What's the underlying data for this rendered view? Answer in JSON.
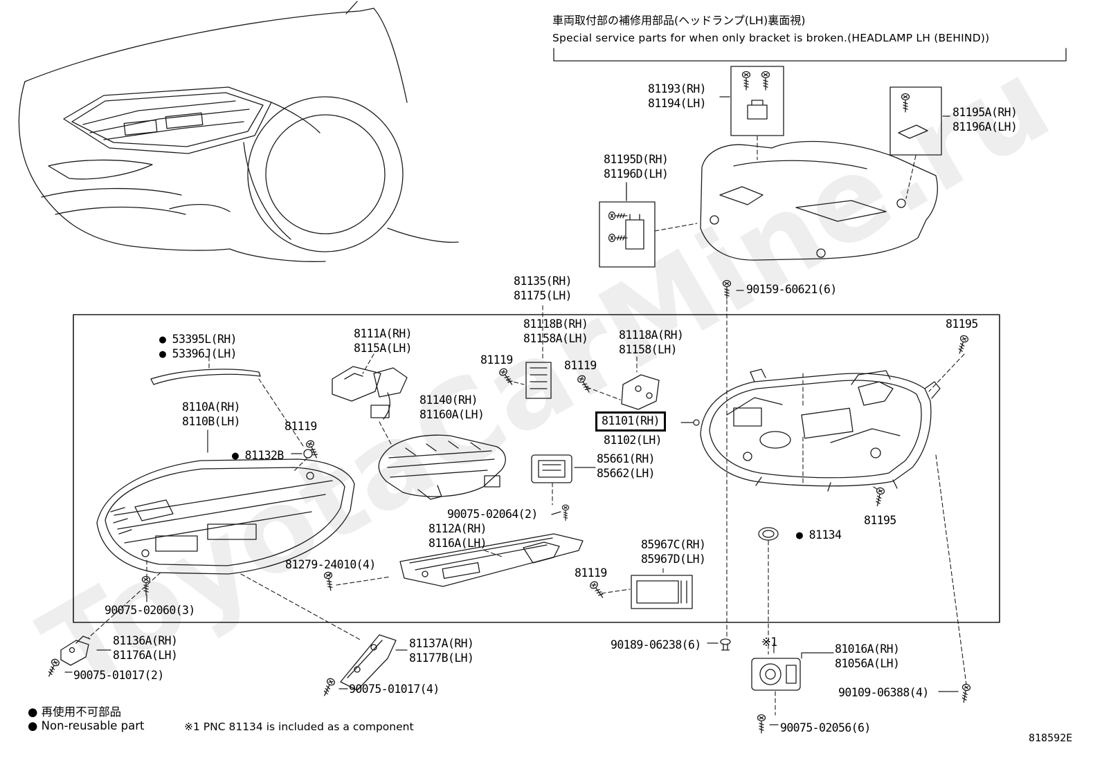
{
  "watermark": {
    "text": "ToyotaCarMine.ru"
  },
  "header": {
    "title_jp": "車両取付部の補修用部品(ヘッドランプ(LH)裏面視)",
    "title_en": "Special service parts for when only bracket is broken.(HEADLAMP LH (BEHIND))"
  },
  "parts": {
    "p81193": {
      "l1": "81193(RH)",
      "l2": "81194(LH)"
    },
    "p81195A": {
      "l1": "81195A(RH)",
      "l2": "81196A(LH)"
    },
    "p81195D": {
      "l1": "81195D(RH)",
      "l2": "81196D(LH)"
    },
    "p81135": {
      "l1": "81135(RH)",
      "l2": "81175(LH)"
    },
    "p90159": {
      "l1": "90159-60621(6)"
    },
    "p81118B": {
      "l1": "81118B(RH)",
      "l2": "81158A(LH)"
    },
    "p81118A": {
      "l1": "81118A(RH)",
      "l2": "81158(LH)"
    },
    "p81195_top": {
      "l1": "81195"
    },
    "p8111A": {
      "l1": "8111A(RH)",
      "l2": "8115A(LH)"
    },
    "p81119_a": {
      "l1": "81119"
    },
    "p81119_b": {
      "l1": "81119"
    },
    "p81119_c": {
      "l1": "81119"
    },
    "p81119_d": {
      "l1": "81119"
    },
    "p53395L": {
      "l1": "● 53395L(RH)",
      "l2": "● 53396J(LH)"
    },
    "p8110A": {
      "l1": "8110A(RH)",
      "l2": "8110B(LH)"
    },
    "p81140": {
      "l1": "81140(RH)",
      "l2": "81160A(LH)"
    },
    "p81101": {
      "l1": "81101(RH)",
      "l2": "81102(LH)"
    },
    "p81132B": {
      "l1": "● 81132B"
    },
    "p85661": {
      "l1": "85661(RH)",
      "l2": "85662(LH)"
    },
    "p90075_02064": {
      "l1": "90075-02064(2)"
    },
    "p8112A": {
      "l1": "8112A(RH)",
      "l2": "8116A(LH)"
    },
    "p81279": {
      "l1": "81279-24010(4)"
    },
    "p85967C": {
      "l1": "85967C(RH)",
      "l2": "85967D(LH)"
    },
    "p81195_mid": {
      "l1": "81195"
    },
    "p81134": {
      "l1": "● 81134"
    },
    "p90075_02060": {
      "l1": "90075-02060(3)"
    },
    "p81136A": {
      "l1": "81136A(RH)",
      "l2": "81176A(LH)"
    },
    "p90075_01017_2": {
      "l1": "90075-01017(2)"
    },
    "p81137A": {
      "l1": "81137A(RH)",
      "l2": "81177B(LH)"
    },
    "p90075_01017_4": {
      "l1": "90075-01017(4)"
    },
    "p90189": {
      "l1": "90189-06238(6)"
    },
    "note1_mark": {
      "l1": "※1"
    },
    "p81016A": {
      "l1": "81016A(RH)",
      "l2": "81056A(LH)"
    },
    "p90109": {
      "l1": "90109-06388(4)"
    },
    "p90075_02056": {
      "l1": "90075-02056(6)"
    }
  },
  "footer": {
    "legend_jp": "● 再使用不可部品",
    "legend_en": "● Non-reusable part",
    "note": "※1 PNC 81134 is included as a component",
    "drawing_code": "818592E"
  }
}
